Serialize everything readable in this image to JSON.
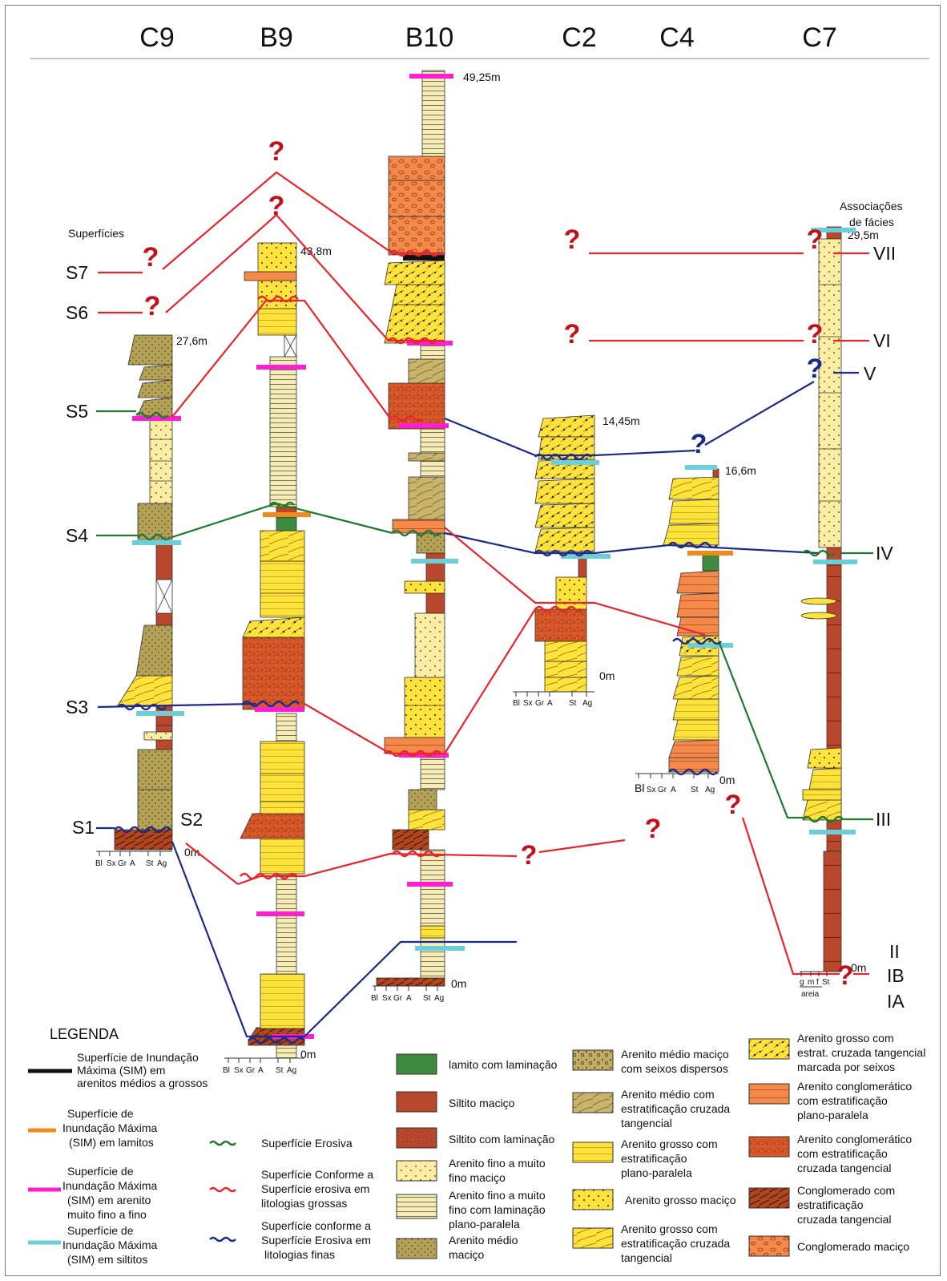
{
  "wells": [
    {
      "name": "C9",
      "top_label": "27,6m",
      "base_label": "0m"
    },
    {
      "name": "B9",
      "top_label": "43,8m",
      "base_label": "0m"
    },
    {
      "name": "B10",
      "top_label": "49,25m",
      "base_label": "0m"
    },
    {
      "name": "C2",
      "top_label": "14,45m",
      "base_label": "0m"
    },
    {
      "name": "C4",
      "top_label": "16,6m",
      "base_label": "0m"
    },
    {
      "name": "C7",
      "top_label": "29,5m",
      "base_label": "0m"
    }
  ],
  "grain_scale": {
    "labels": [
      "Bl",
      "Sx",
      "Gr",
      "A",
      "St",
      "Ag"
    ]
  },
  "grain_scale_c7": {
    "labels": [
      "g",
      "m",
      "f",
      "St"
    ],
    "caption": "areia"
  },
  "surfaces": {
    "title": "Superfícies",
    "labels": [
      "S7",
      "S6",
      "S5",
      "S4",
      "S3",
      "S1",
      "S2"
    ]
  },
  "associations": {
    "title_line1": "Associações",
    "title_line2": "de fácies",
    "labels": [
      "VII",
      "VI",
      "V",
      "IV",
      "III",
      "II",
      "IB",
      "IA"
    ]
  },
  "question_mark": "?",
  "legend": {
    "title": "LEGENDA",
    "surface_items": [
      {
        "color": "#111111",
        "lines": [
          "Superfície de Inundação",
          "Máxima (SIM) em",
          "arenitos médios a grossos"
        ]
      },
      {
        "color": "#f08a1a",
        "lines": [
          "Superfície de",
          "Inundação Máxima",
          "(SIM) em lamitos"
        ]
      },
      {
        "color": "#ff1ed2",
        "lines": [
          "Superfície de",
          "Inundação Máxima",
          "(SIM) em arenito",
          "muito fino a fino"
        ]
      },
      {
        "color": "#6ccfd8",
        "lines": [
          "Superfície de",
          "Inundação Máxima",
          "(SIM) em siltitos"
        ]
      }
    ],
    "line_items": [
      {
        "color": "#1f7a2e",
        "lines": [
          "Superfície Erosiva"
        ]
      },
      {
        "color": "#e8242c",
        "lines": [
          "Superfície Conforme a",
          "Superfície erosiva em",
          "litologias grossas"
        ]
      },
      {
        "color": "#1c2b8a",
        "lines": [
          "Superfície conforme a",
          "Superfície Erosiva em",
          "litologias finas"
        ]
      }
    ],
    "facies_items": [
      {
        "pattern": "lamito",
        "lines": [
          "lamito com laminação"
        ]
      },
      {
        "pattern": "siltito",
        "lines": [
          "Siltito maciço"
        ]
      },
      {
        "pattern": "siltlam",
        "lines": [
          "Siltito com laminação"
        ]
      },
      {
        "pattern": "afino",
        "lines": [
          "Arenito fino a muito",
          "fino maciço"
        ]
      },
      {
        "pattern": "afinolam",
        "lines": [
          "Arenito fino a muito",
          "fino com laminação",
          "plano-paralela"
        ]
      },
      {
        "pattern": "amedio",
        "lines": [
          "Arenito médio",
          "maciço"
        ]
      },
      {
        "pattern": "amediosx",
        "lines": [
          "Arenito médio maciço",
          "com seixos dispersos"
        ]
      },
      {
        "pattern": "amediocz",
        "lines": [
          "Arenito médio com",
          "estratificação cruzada",
          "tangencial"
        ]
      },
      {
        "pattern": "agrossopp",
        "lines": [
          "Arenito grosso com",
          "estratificação",
          "plano-paralela"
        ]
      },
      {
        "pattern": "agrosso",
        "lines": [
          "Arenito grosso maciço"
        ]
      },
      {
        "pattern": "agrossocz",
        "lines": [
          "Arenito grosso com",
          "estratificação cruzada",
          "tangencial"
        ]
      },
      {
        "pattern": "agrossosx",
        "lines": [
          "Arenito grosso com",
          "estrat. cruzada tangencial",
          "marcada por seixos"
        ]
      },
      {
        "pattern": "aconglpp",
        "lines": [
          "Arenito conglomerático",
          "com estratificação",
          "plano-paralela"
        ]
      },
      {
        "pattern": "aconglcz",
        "lines": [
          "Arenito conglomerático",
          "com estratificação",
          "cruzada tangencial"
        ]
      },
      {
        "pattern": "conglcz",
        "lines": [
          "Conglomerado com",
          "estratificação",
          "cruzada tangencial"
        ]
      },
      {
        "pattern": "conglm",
        "lines": [
          "Conglomerado maciço"
        ]
      }
    ]
  }
}
